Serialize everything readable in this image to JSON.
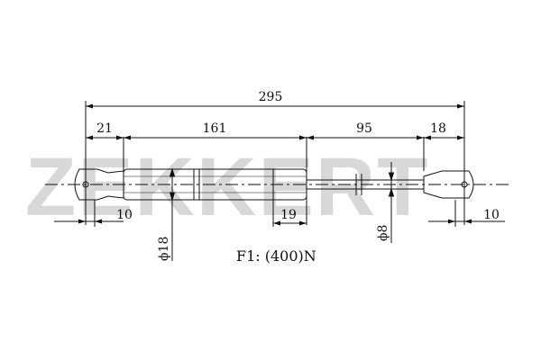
{
  "brand": {
    "watermark": "ZEKKERT",
    "watermark_color": "#d8d8d8"
  },
  "dimensions": {
    "overall_length": "295",
    "left_end_length": "21",
    "cylinder_length": "161",
    "rod_length": "95",
    "right_end_length": "18",
    "left_fitting": "10",
    "right_fitting": "10",
    "cylinder_segment": "19",
    "cylinder_diameter": "ϕ18",
    "rod_diameter": "ϕ8"
  },
  "specs": {
    "force": "F1:  (400)N"
  },
  "colors": {
    "line": "#111111",
    "centerline": "#111111"
  }
}
